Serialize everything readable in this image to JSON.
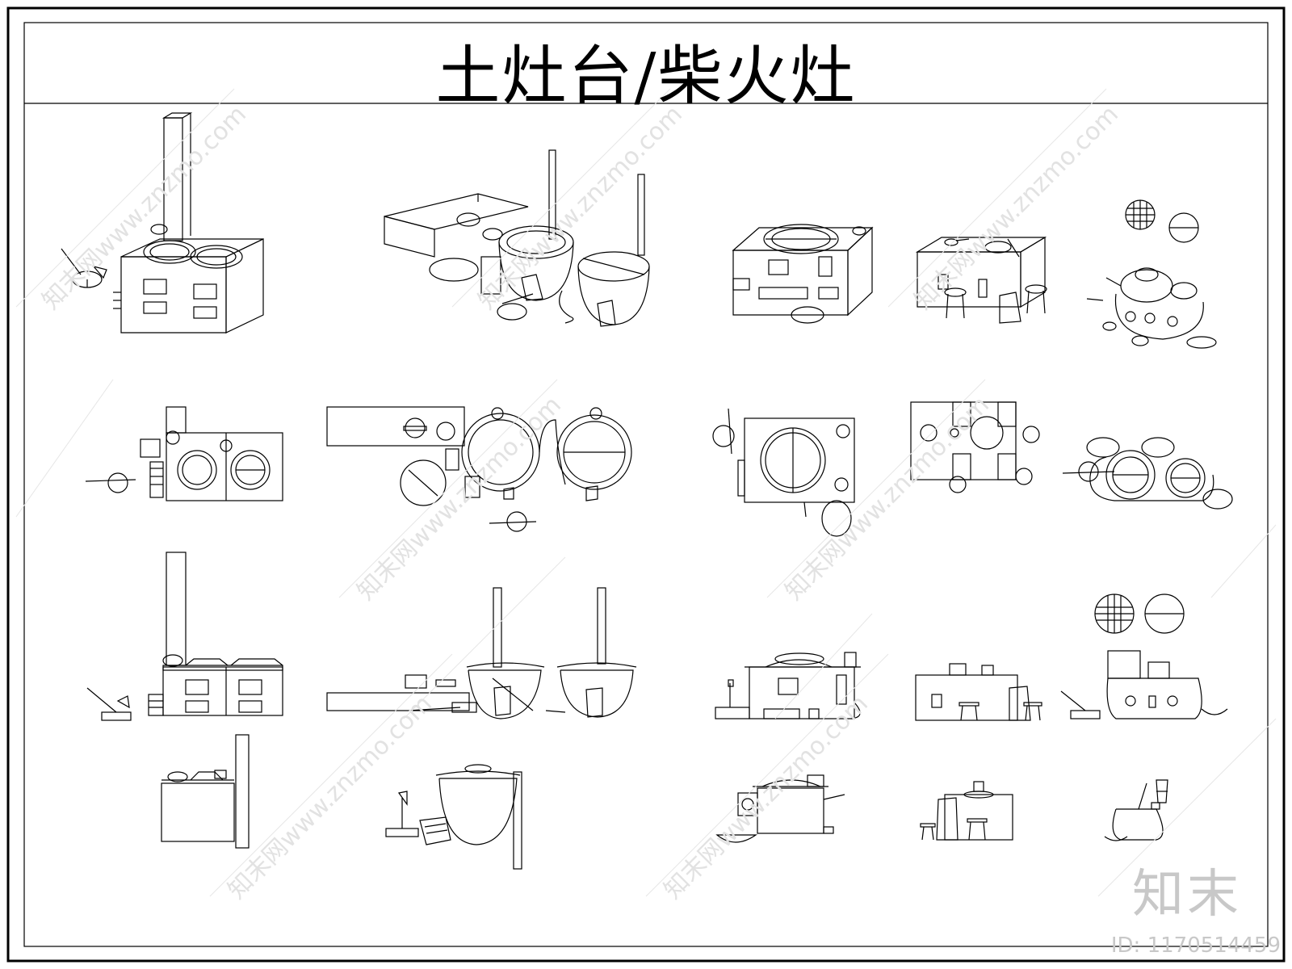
{
  "sheet": {
    "title": "土灶台/柴火灶",
    "brand": "知末",
    "id_text": "ID: 1170514459",
    "watermark": "知末网www.znzmo.com"
  },
  "rows": [
    {
      "view": "axonometric",
      "drawings": [
        "axonometric-double-stove",
        "axonometric-round-pot-stoves",
        "axonometric-single-wok-stove",
        "axonometric-stove-with-stools",
        "axonometric-twin-burner-stove"
      ]
    },
    {
      "view": "plan",
      "drawings": [
        "plan-double-stove",
        "plan-round-pot-stoves",
        "plan-single-wok-stove",
        "plan-stove-with-stools",
        "plan-twin-burner-stove"
      ]
    },
    {
      "view": "front-elevation",
      "drawings": [
        "front-double-stove",
        "front-round-pot-stoves",
        "front-single-wok-stove",
        "front-stove-with-stools",
        "front-twin-burner-stove"
      ]
    },
    {
      "view": "side-elevation",
      "drawings": [
        "side-double-stove",
        "side-round-pot-stove",
        "side-single-wok-stove",
        "side-stove-with-stools",
        "side-twin-burner-stove"
      ]
    }
  ]
}
